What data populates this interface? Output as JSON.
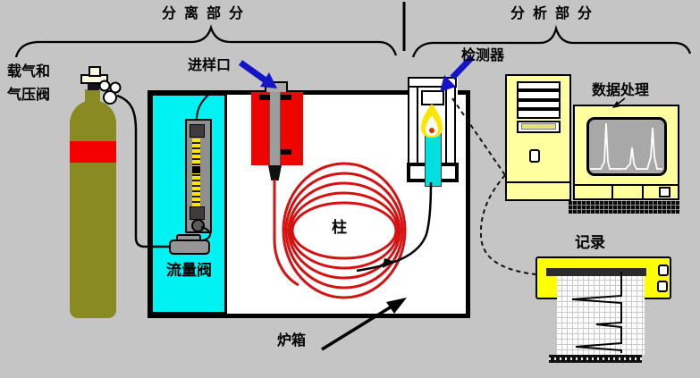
{
  "sections": {
    "separation": "分离部分",
    "analysis": "分析部分"
  },
  "labels": {
    "carrier_line1": "载气和",
    "carrier_line2": "气压阀",
    "inlet": "进样口",
    "detector": "检测器",
    "data_processing": "数据处理",
    "column": "柱",
    "flow_valve": "流量阀",
    "oven": "炉箱",
    "recorder": "记录"
  },
  "colors": {
    "background": "#c5c5c5",
    "cylinder_olive": "#8a8a22",
    "band_red": "#f50000",
    "injector_red": "#ee0500",
    "column_red": "#d51111",
    "panel_cyan": "#00f2f2",
    "jet_cyan": "#00e0e0",
    "flame_yellow": "#ffe400",
    "computer_yellow": "#ffffa0",
    "recorder_yellow": "#ffff00",
    "screen_gray": "#a8a8a8",
    "arrow_blue": "#1515c8"
  }
}
